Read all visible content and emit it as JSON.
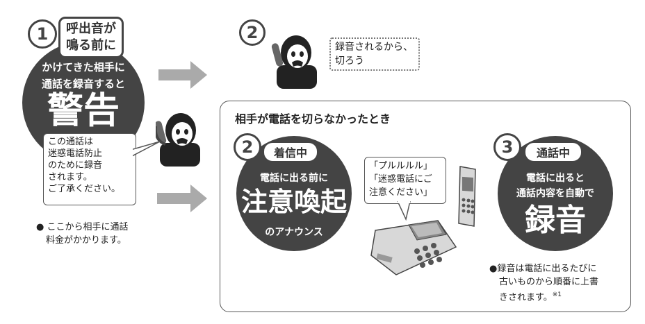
{
  "step1": {
    "number": "1",
    "badge_line1": "呼出音が",
    "badge_line2": "鳴る前に",
    "line1": "かけてきた相手に",
    "line2": "通話を録音すると",
    "big": "警告"
  },
  "message_bubble": {
    "lines": [
      "この通話は",
      "迷惑電話防止",
      "のために録音",
      "されます。",
      "ご了承ください。"
    ]
  },
  "charge_note": {
    "bullet": "●",
    "line1": "ここから相手に通話",
    "line2": "料金がかかります。"
  },
  "step2_top": {
    "number": "2",
    "thought_line1": "録音されるから、",
    "thought_line2": "切ろう"
  },
  "panel": {
    "title": "相手が電話を切らなかったとき"
  },
  "step2_panel": {
    "number": "2",
    "badge": "着信中",
    "line1": "電話に出る前に",
    "big": "注意喚起",
    "line2": "のアナウンス"
  },
  "announcement": {
    "line1": "「プルルルル」",
    "line2": "「迷惑電話にご",
    "line3": "注意ください」"
  },
  "step3": {
    "number": "3",
    "badge": "通話中",
    "line1": "電話に出ると",
    "line2": "通話内容を自動で",
    "big": "録音"
  },
  "overwrite_note": {
    "bullet": "●",
    "line1": "録音は電話に出るたびに",
    "line2": "古いものから順番に上書",
    "line3": "きされます。",
    "footnote": "※1"
  },
  "colors": {
    "dark_circle": "#444444",
    "arrow": "#aaaaaa"
  }
}
